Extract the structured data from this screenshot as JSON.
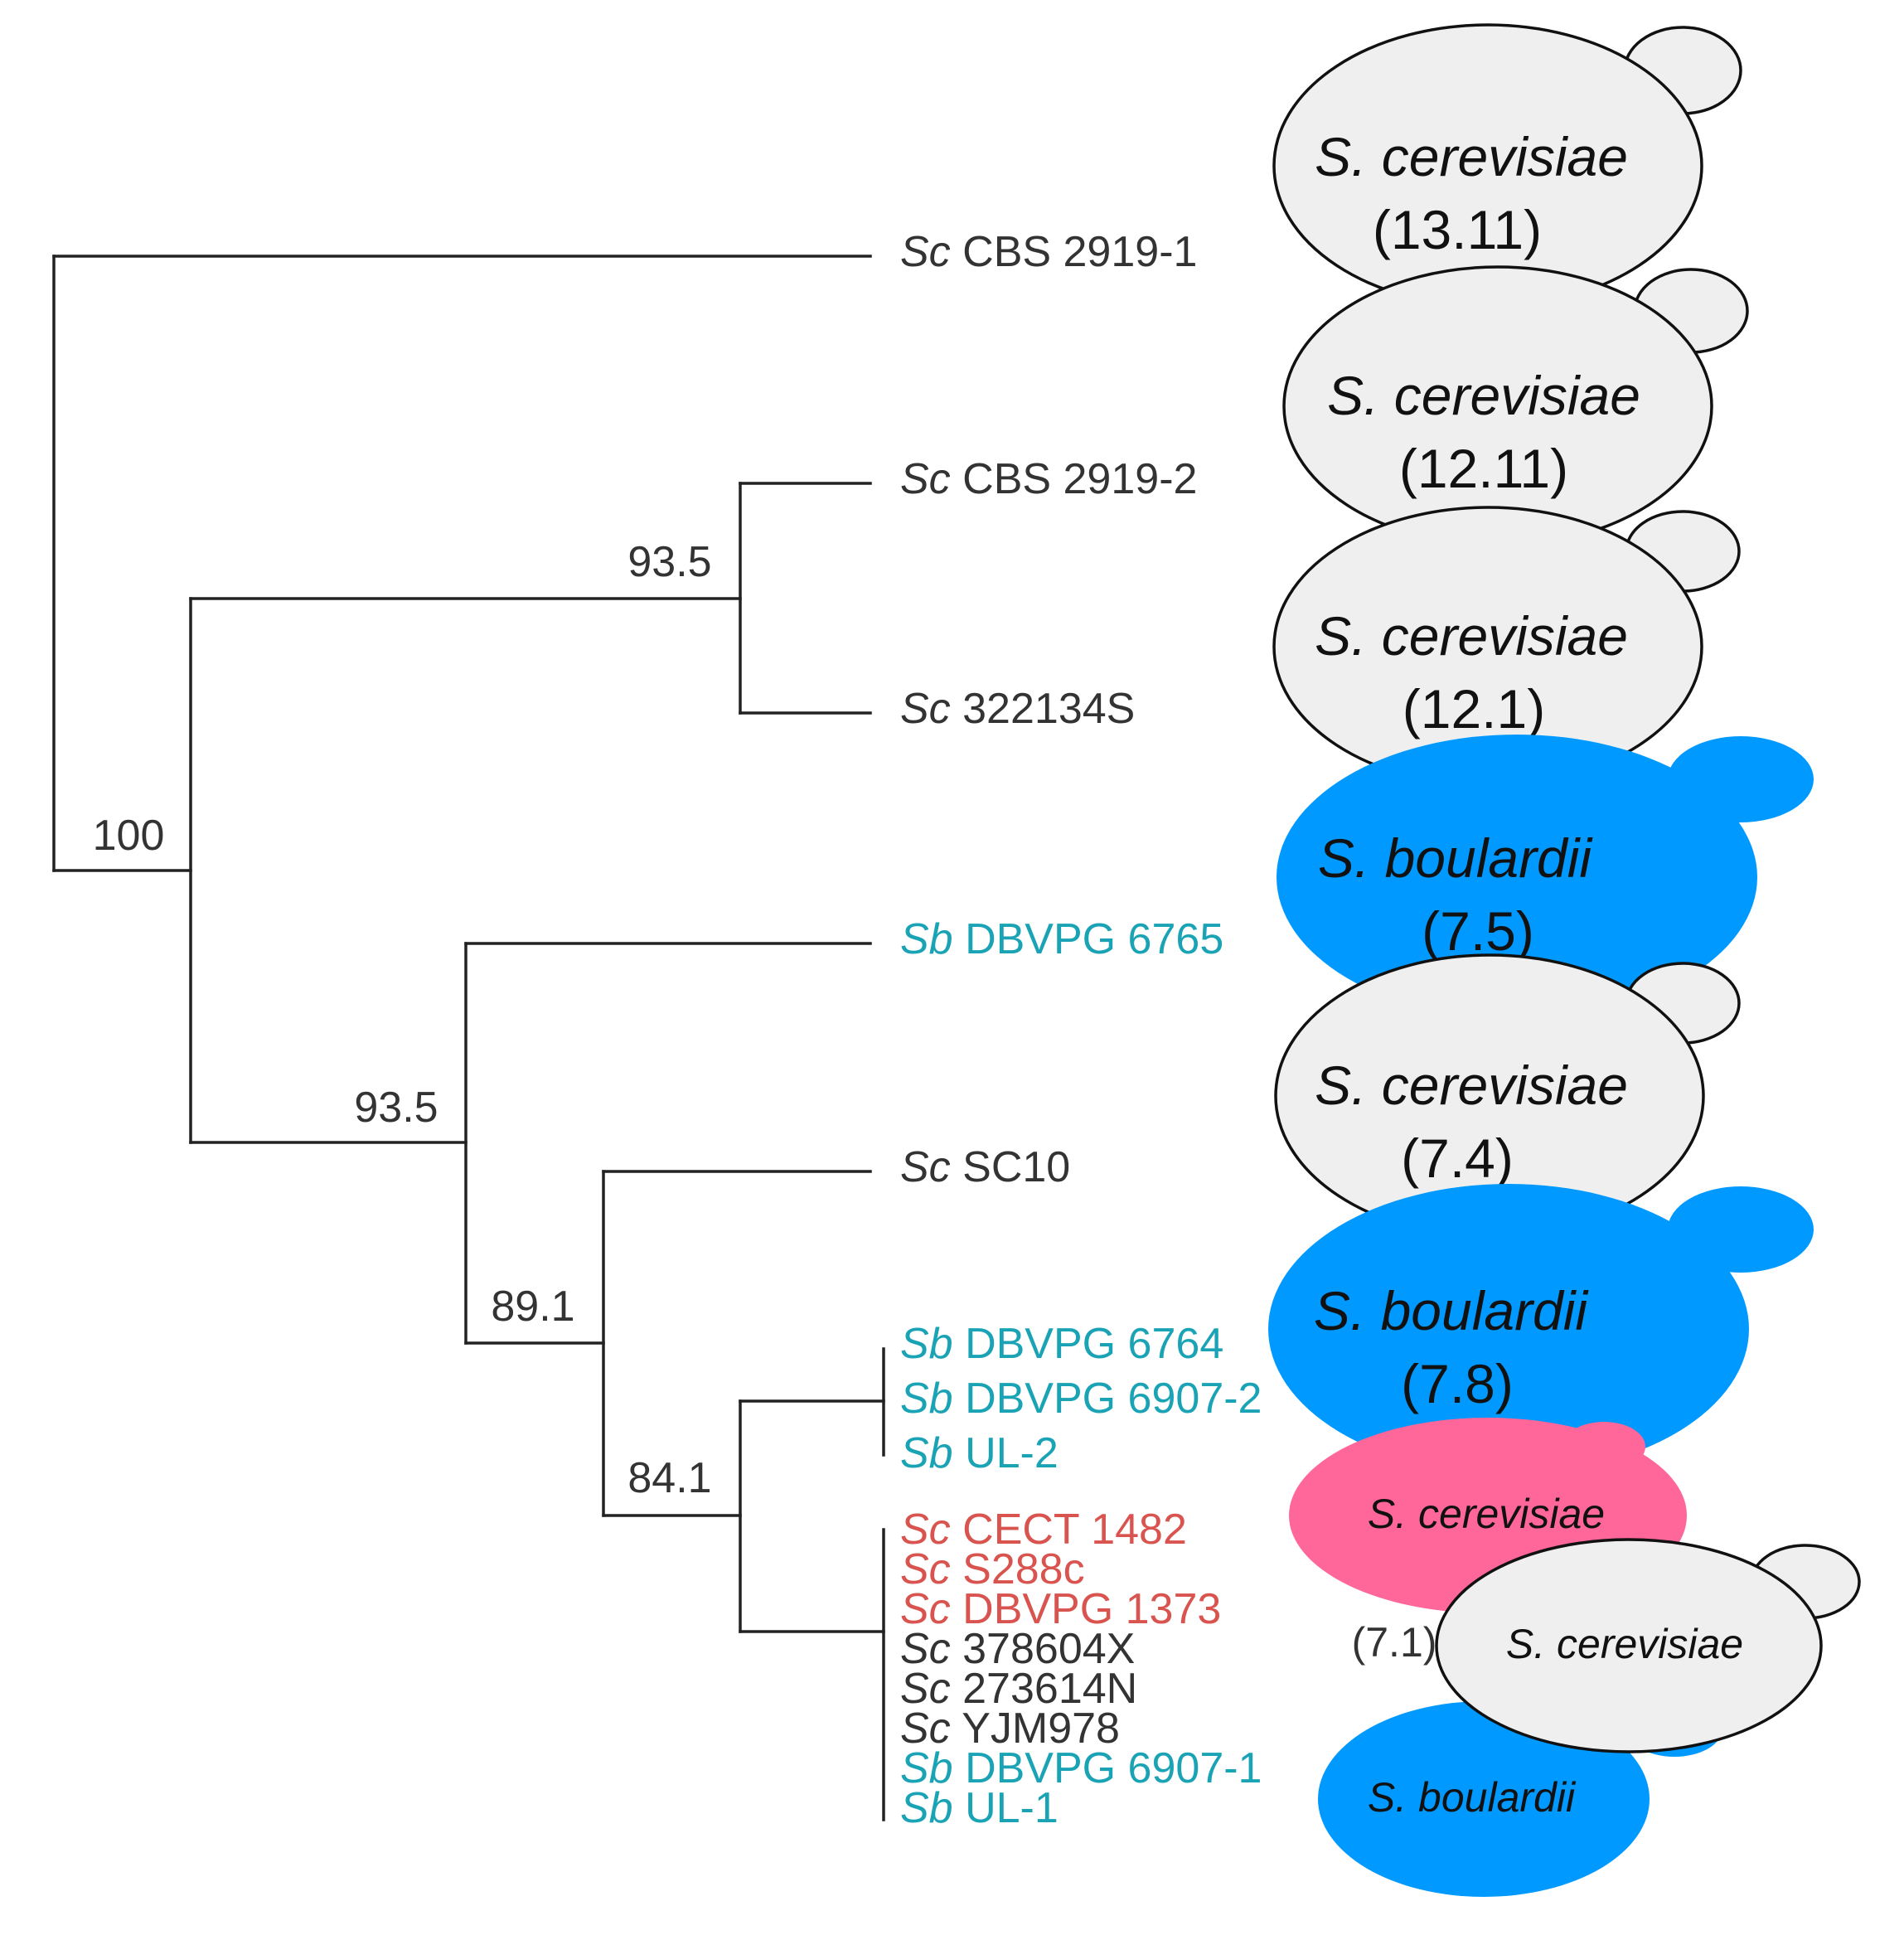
{
  "colors": {
    "cerevisiae_cell": "#efefef",
    "boulardii_cell": "#0099ff",
    "lab_cell": "#ff6699",
    "sc_text": "#333333",
    "sb_text": "#1aa3b5",
    "lab_text": "#d9534f"
  },
  "tree": {
    "supports": [
      "100",
      "93.5",
      "93.5",
      "89.1",
      "84.1"
    ],
    "leaves": [
      {
        "prefix": "Sc",
        "name": "CBS 2919-1",
        "group": "sc"
      },
      {
        "prefix": "Sc",
        "name": "CBS 2919-2",
        "group": "sc"
      },
      {
        "prefix": "Sc",
        "name": "322134S",
        "group": "sc"
      },
      {
        "prefix": "Sb",
        "name": "DBVPG 6765",
        "group": "sb"
      },
      {
        "prefix": "Sc",
        "name": "SC10",
        "group": "sc"
      },
      {
        "prefix": "Sb",
        "name": "DBVPG 6764",
        "group": "sb"
      },
      {
        "prefix": "Sb",
        "name": "DBVPG 6907-2",
        "group": "sb"
      },
      {
        "prefix": "Sb",
        "name": "UL-2",
        "group": "sb"
      },
      {
        "prefix": "Sc",
        "name": "CECT 1482",
        "group": "lab"
      },
      {
        "prefix": "Sc",
        "name": "S288c",
        "group": "lab"
      },
      {
        "prefix": "Sc",
        "name": "DBVPG 1373",
        "group": "lab"
      },
      {
        "prefix": "Sc",
        "name": "378604X",
        "group": "sc"
      },
      {
        "prefix": "Sc",
        "name": "273614N",
        "group": "sc"
      },
      {
        "prefix": "Sc",
        "name": "YJM978",
        "group": "sc"
      },
      {
        "prefix": "Sb",
        "name": "DBVPG 6907-1",
        "group": "sb"
      },
      {
        "prefix": "Sb",
        "name": "UL-1",
        "group": "sb"
      }
    ]
  },
  "cells": [
    {
      "species": "S. cerevisiae",
      "value": "(13.11)",
      "type": "cerevisiae"
    },
    {
      "species": "S. cerevisiae",
      "value": "(12.11)",
      "type": "cerevisiae"
    },
    {
      "species": "S. cerevisiae",
      "value": "(12.1)",
      "type": "cerevisiae"
    },
    {
      "species": "S. boulardii",
      "value": "(7.5)",
      "type": "boulardii"
    },
    {
      "species": "S. cerevisiae",
      "value": "(7.4)",
      "type": "cerevisiae"
    },
    {
      "species": "S. boulardii",
      "value": "(7.8)",
      "type": "boulardii"
    },
    {
      "species": "S. cerevisiae",
      "value": "",
      "type": "lab"
    },
    {
      "species": "S. cerevisiae",
      "value": "(7.1)",
      "type": "cerevisiae"
    },
    {
      "species": "S. boulardii",
      "value": "",
      "type": "boulardii"
    }
  ]
}
